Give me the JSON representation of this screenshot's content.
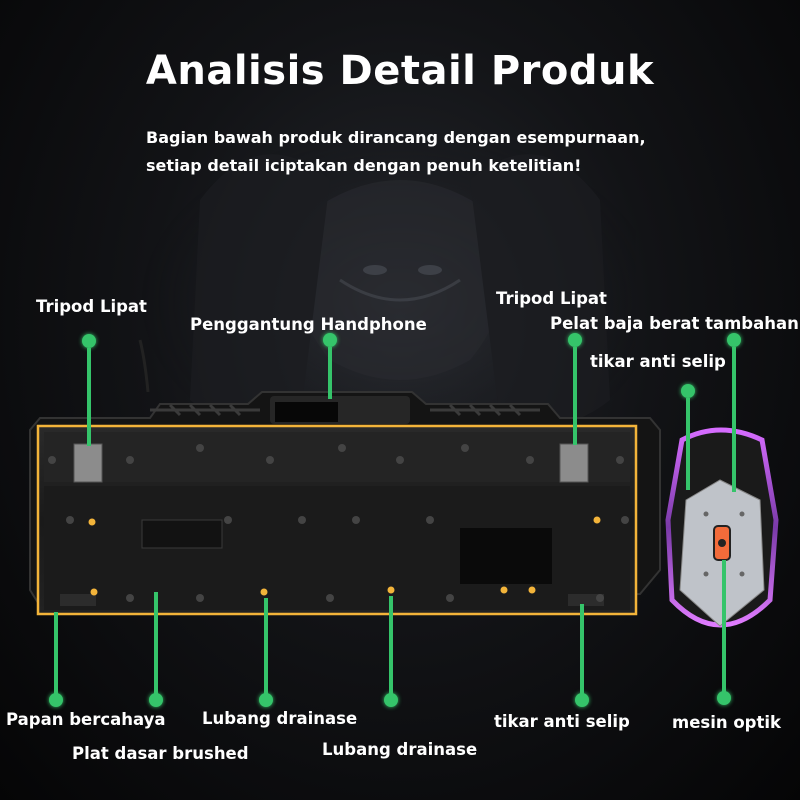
{
  "title": "Analisis Detail Produk",
  "description_lines": [
    "Bagian bawah produk dirancang dengan esempurnaan,",
    "setiap detail iciptakan dengan penuh ketelitian!"
  ],
  "callouts": {
    "tripod_left": "Tripod Lipat",
    "phone_holder": "Penggantung Handphone",
    "tripod_right": "Tripod Lipat",
    "steel_plate": "Pelat baja berat tambahan",
    "anti_slip_mat_top": "tikar anti selip",
    "glow_board": "Papan bercahaya",
    "brushed_base": "Plat dasar brushed",
    "drainage_hole_1": "Lubang drainase",
    "drainage_hole_2": "Lubang drainase",
    "anti_slip_mat_bottom": "tikar anti selip",
    "optical_engine": "mesin optik"
  },
  "colors": {
    "callout_green": "#35c46a",
    "edge_glow": "#f3b43a",
    "mouse_glow": "#d66cff"
  },
  "icons": [
    "keyboard-underside-illustration",
    "mouse-underside-illustration",
    "character-background-art"
  ]
}
